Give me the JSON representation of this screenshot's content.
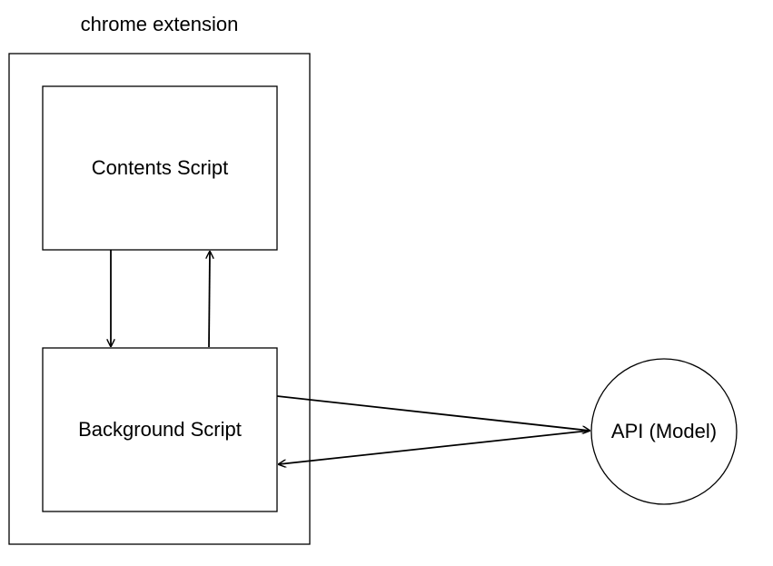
{
  "container": {
    "title": "chrome extension"
  },
  "nodes": {
    "contents_script": {
      "label": "Contents Script"
    },
    "background_script": {
      "label": "Background Script"
    },
    "api": {
      "label": "API (Model)"
    }
  },
  "edges": [
    {
      "from": "contents_script",
      "to": "background_script"
    },
    {
      "from": "background_script",
      "to": "contents_script"
    },
    {
      "from": "background_script",
      "to": "api"
    },
    {
      "from": "api",
      "to": "background_script"
    }
  ]
}
